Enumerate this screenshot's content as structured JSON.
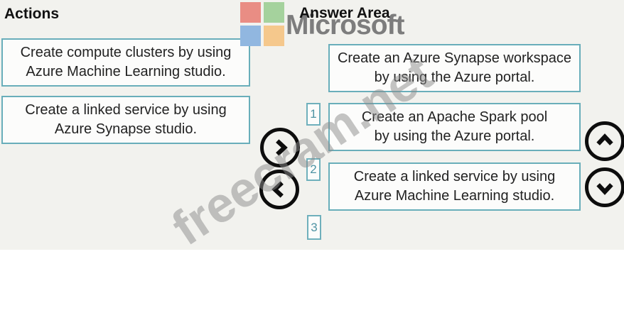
{
  "actions": {
    "heading": "Actions",
    "items": [
      "Create compute clusters by using\nAzure Machine Learning studio.",
      "Create a linked service by using\nAzure Synapse studio."
    ]
  },
  "answer_area": {
    "heading": "Answer Area",
    "top_item": "Create an Azure Synapse workspace\nby using the Azure portal.",
    "slot_numbers": [
      "1",
      "2",
      "3"
    ],
    "slot_items": [
      "Create an Apache Spark pool\nby using the Azure portal.",
      "Create a linked service by using\nAzure Machine Learning studio."
    ]
  },
  "controls": {
    "move_right": "right-chevron",
    "move_left": "left-chevron",
    "move_up": "up-chevron",
    "move_down": "down-chevron"
  },
  "branding": {
    "wordmark": "Microsoft",
    "logo_colors": {
      "top_left": "#e98d84",
      "top_right": "#a5d29d",
      "bottom_left": "#91b7e0",
      "bottom_right": "#f5c88c"
    }
  },
  "watermark": {
    "text": "freecram.net"
  },
  "colors": {
    "box_border_teal": "#69aeba",
    "panel_background": "#f2f2ee",
    "circle_black": "#0d0d0d",
    "wordmark_gray": "#7d7d7d",
    "slot_number_teal": "#4e93a3"
  }
}
